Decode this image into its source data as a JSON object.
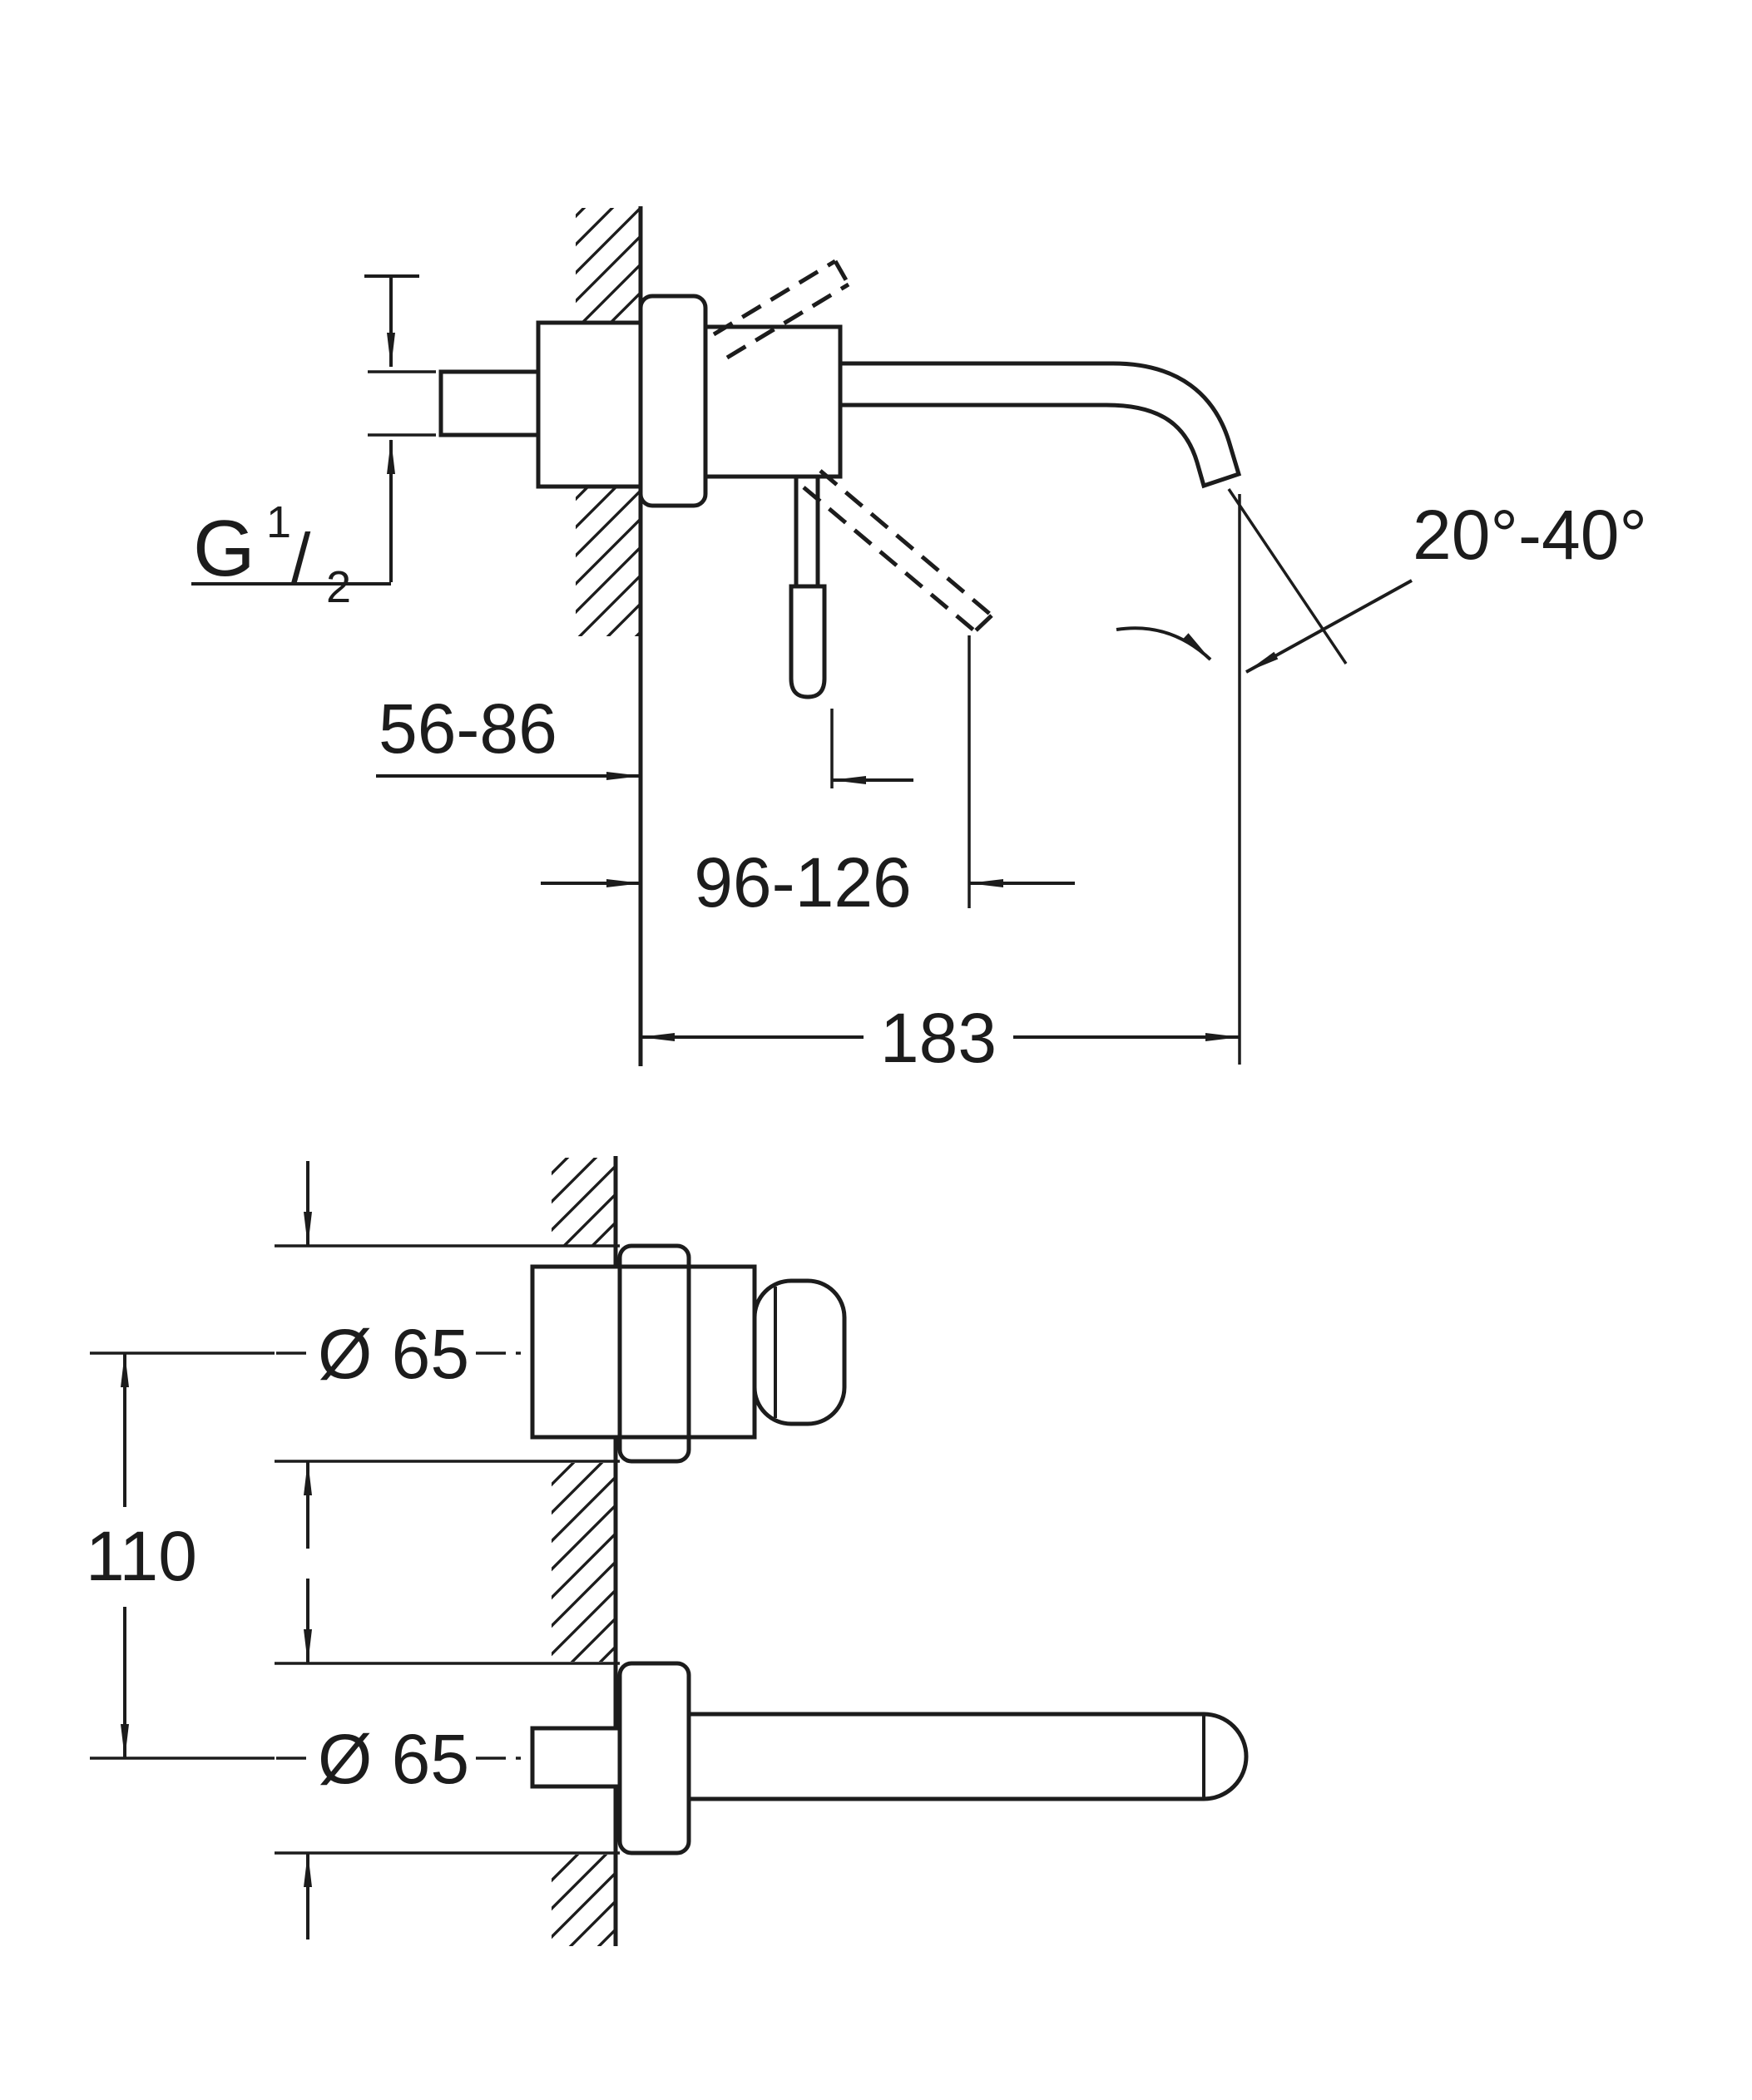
{
  "drawing": {
    "colors": {
      "ink": "#1c1c1c",
      "background": "#ffffff"
    },
    "labels": {
      "thread_g": "G",
      "thread_numerator": "1",
      "thread_slash": "/",
      "thread_denominator": "2",
      "depth_range": "56-86",
      "handle_projection_range": "96-126",
      "spout_length": "183",
      "spout_angle_range": "20°-40°",
      "top_diameter": "Ø 65",
      "spout_diameter": "Ø 65",
      "center_distance": "110"
    }
  }
}
